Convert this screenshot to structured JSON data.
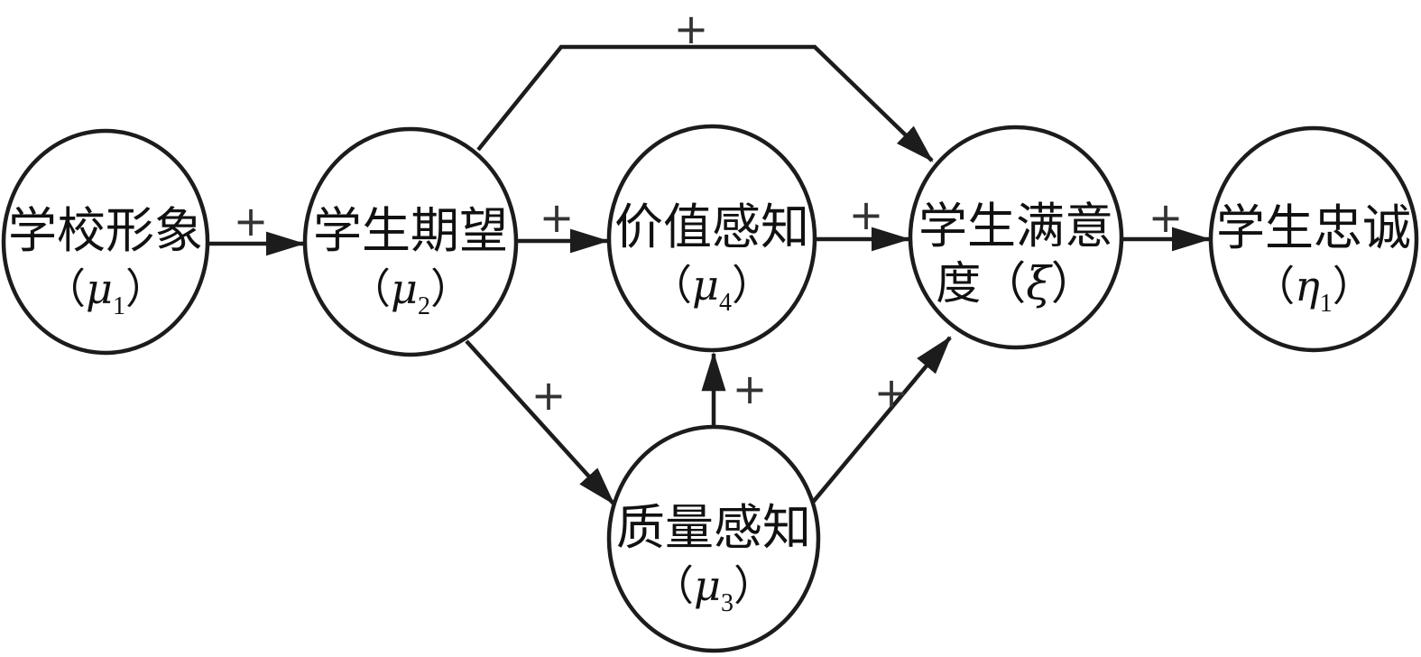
{
  "diagram": {
    "nodes": [
      {
        "id": "school-image",
        "label": "学校形象",
        "paren_open": "（",
        "letter": "μ",
        "subscript": "1",
        "paren_close": "）"
      },
      {
        "id": "student-expectation",
        "label": "学生期望",
        "paren_open": "（",
        "letter": "μ",
        "subscript": "2",
        "paren_close": "）"
      },
      {
        "id": "value-perception",
        "label": "价值感知",
        "paren_open": "（",
        "letter": "μ",
        "subscript": "4",
        "paren_close": "）"
      },
      {
        "id": "quality-perception",
        "label": "质量感知",
        "paren_open": "（",
        "letter": "μ",
        "subscript": "3",
        "paren_close": "）"
      },
      {
        "id": "student-satisfaction",
        "label_line1": "学生满意",
        "label_line2_prefix": "度",
        "paren_open": "（",
        "letter": "ξ",
        "paren_close": "）"
      },
      {
        "id": "student-loyalty",
        "label": "学生忠诚",
        "paren_open": "（",
        "letter": "η",
        "subscript": "1",
        "paren_close": "）"
      }
    ],
    "edges": [
      {
        "from": "school-image",
        "to": "student-expectation",
        "sign": "+"
      },
      {
        "from": "student-expectation",
        "to": "value-perception",
        "sign": "+"
      },
      {
        "from": "value-perception",
        "to": "student-satisfaction",
        "sign": "+"
      },
      {
        "from": "student-satisfaction",
        "to": "student-loyalty",
        "sign": "+"
      },
      {
        "from": "student-expectation",
        "to": "student-satisfaction",
        "sign": "+"
      },
      {
        "from": "student-expectation",
        "to": "quality-perception",
        "sign": "+"
      },
      {
        "from": "quality-perception",
        "to": "value-perception",
        "sign": "+"
      },
      {
        "from": "quality-perception",
        "to": "student-satisfaction",
        "sign": "+"
      }
    ]
  }
}
